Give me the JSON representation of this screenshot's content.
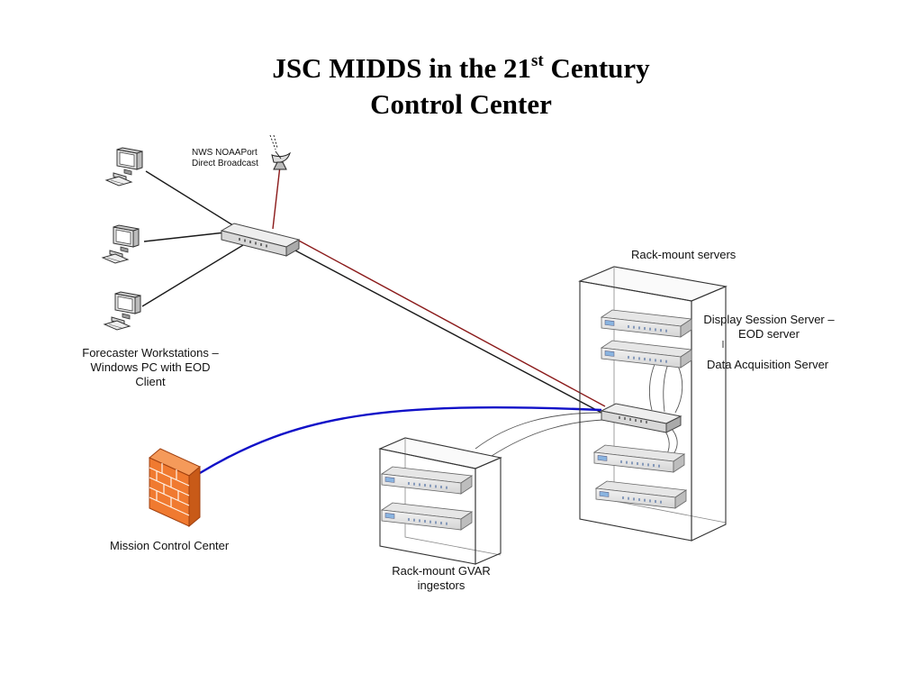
{
  "title": {
    "line1_a": "JSC MIDDS in the 21",
    "line1_sup": "st",
    "line1_b": " Century",
    "line2": "Control Center"
  },
  "labels": {
    "nws_line1": "NWS NOAAPort",
    "nws_line2": "Direct Broadcast",
    "workstations_line1": "Forecaster Workstations –",
    "workstations_line2": "Windows PC with EOD",
    "workstations_line3": "Client",
    "mcc": "Mission Control Center",
    "rack_servers": "Rack-mount servers",
    "display_line1": "Display Session Server –",
    "display_line2": "EOD server",
    "data_acq": "Data Acquisition Server",
    "gvar_line1": "Rack-mount GVAR",
    "gvar_line2": "ingestors"
  },
  "colors": {
    "link_black": "#1a1a1a",
    "link_red": "#8b1a1a",
    "link_blue": "#1010c8",
    "firewall": "#f07a30"
  },
  "icons": [
    "computer-icon",
    "satellite-dish-icon",
    "network-switch-icon",
    "firewall-icon",
    "rack-server-icon"
  ]
}
